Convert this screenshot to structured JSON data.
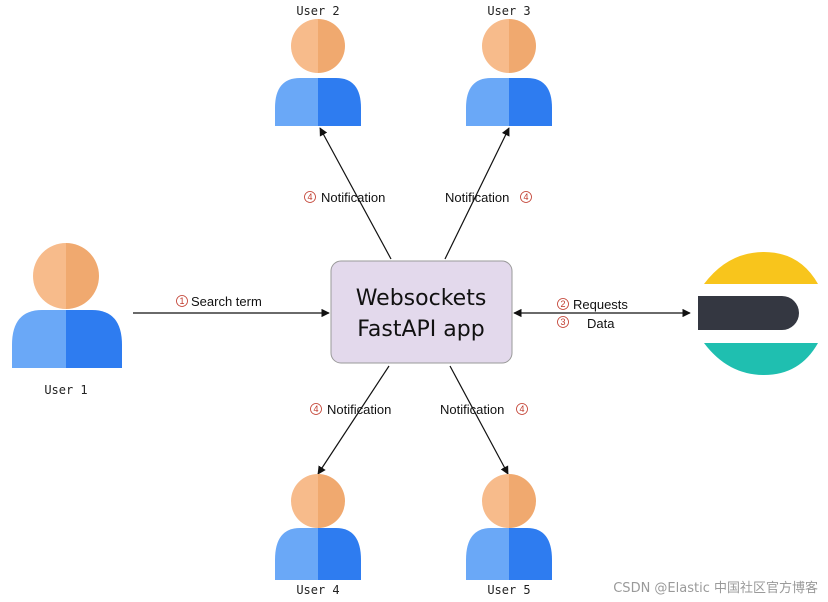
{
  "app": {
    "line1": "Websockets",
    "line2": "FastAPI app"
  },
  "users": {
    "u1": "User 1",
    "u2": "User 2",
    "u3": "User 3",
    "u4": "User 4",
    "u5": "User 5"
  },
  "edges": {
    "search": {
      "num": "1",
      "label": "Search term"
    },
    "requests": {
      "num": "2",
      "label": "Requests"
    },
    "data": {
      "num": "3",
      "label": "Data"
    },
    "notif_u2": {
      "num": "4",
      "label": "Notification"
    },
    "notif_u3": {
      "num": "4",
      "label": "Notification"
    },
    "notif_u4": {
      "num": "4",
      "label": "Notification"
    },
    "notif_u5": {
      "num": "4",
      "label": "Notification"
    }
  },
  "watermark": "CSDN @Elastic 中国社区官方博客",
  "colors": {
    "head_light": "#f7bb8b",
    "head_dark": "#f0a96f",
    "body_light": "#6aa8f7",
    "body_dark": "#2e7cf0",
    "app_fill": "#e3d9ec",
    "app_stroke": "#9a9a9a",
    "elastic_yellow": "#f8c51c",
    "elastic_dark": "#343741",
    "elastic_teal": "#1fbfb0"
  }
}
